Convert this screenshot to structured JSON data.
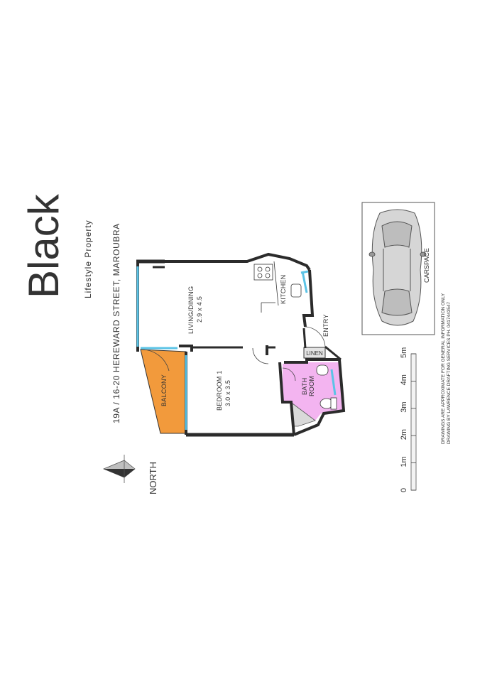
{
  "brand": {
    "name": "Black",
    "tagline": "Lifestyle  Property"
  },
  "address": "19A / 16-20  HEREWARD  STREET,  MAROUBRA",
  "compass": {
    "label": "NORTH"
  },
  "rooms": {
    "living": {
      "name": "LIVING/DINING",
      "dims": "2.9 x 4.5"
    },
    "kitchen": {
      "name": "KITCHEN"
    },
    "entry": {
      "name": "ENTRY"
    },
    "linen": {
      "name": "LINEN"
    },
    "bathroom": {
      "name_line1": "BATH",
      "name_line2": "ROOM"
    },
    "bedroom": {
      "name": "BEDROOM 1",
      "dims": "3.0 x 3.5"
    },
    "balcony": {
      "name": "BALCONY"
    }
  },
  "carspace": {
    "label": "CARSPACE"
  },
  "scale": {
    "ticks": [
      "0",
      "1m",
      "2m",
      "3m",
      "4m",
      "5m"
    ]
  },
  "disclaimer": {
    "line1": "DRAWINGS ARE APPROXIMATE FOR GENERAL INFORMATION ONLY",
    "line2": "DRAWING BY LAWRENCE DRAFTING SERVICES PH. 0417443547"
  },
  "colors": {
    "wall": "#2b2b2b",
    "window": "#5bc3e6",
    "balcony": "#f29a3c",
    "bathroom": "#f3b4f0",
    "linen": "#e3e3e3"
  }
}
